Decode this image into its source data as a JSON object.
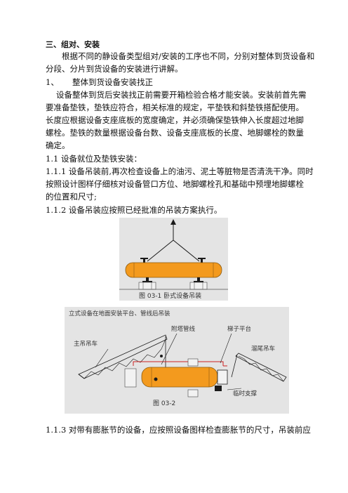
{
  "section_title": "三、组对、安装",
  "intro": [
    "根据不同的静设备类型组对/安装的工序也不同，分别对整体到货设备和",
    "分段、分片到货设备的安装进行讲解。"
  ],
  "sub1_num": "1、",
  "sub1_title": "整体到货设备安装找正",
  "para1": [
    "设备整体到货后安装找正前需要开箱检验合格才能安装。安装前首先需",
    "要准备垫铁，垫铁应符合，相关标准的规定，平垫铁和斜垫铁搭配使用。",
    "长度应根据设备支座底板的宽度确定，并必须确保垫铁伸入长度超过地脚",
    "螺栓。垫铁的数量根据设备台数、设备支座底板的长度、地脚螺栓的数量",
    "确定。"
  ],
  "s11_title": "1.1 设备就位及垫铁安装：",
  "s111": [
    "1.1.1 设备吊装前,再次检查设备上的油污、泥土等脏物是否清洗干净。同时",
    "按照设计图样仔细核对设备管口方位、地脚螺栓孔和基础中预埋地脚螺栓",
    "的位置和尺寸;"
  ],
  "s112": "1.1.2 设备吊装应按照已经批准的吊装方案执行。",
  "fig1": {
    "caption": "图 03-1 卧式设备吊装"
  },
  "fig2": {
    "title": "立式设备在地面安装平台、管线后吊装",
    "label_main_crane": "主吊吊车",
    "label_piping": "附塔管线",
    "label_ladder": "梯子平台",
    "label_tail_crane": "溜尾吊车",
    "label_support": "临时支撑",
    "caption": "图 03-2"
  },
  "s113": "1.1.3 对带有膨胀节的设备，应按照设备图样检查膨胀节的尺寸，吊装前应",
  "colors": {
    "vessel": "#f39a1e",
    "rope": "#1a1a1a",
    "red_line": "#cc2222",
    "figure_bg": "#e4e4e4"
  }
}
